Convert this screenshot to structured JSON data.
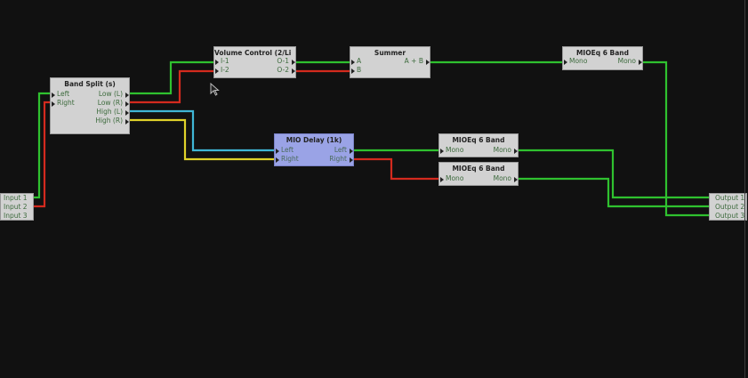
{
  "nodes": {
    "band_split": {
      "title": "Band Split (s)",
      "inputs": [
        "Left",
        "Right"
      ],
      "outputs": [
        "Low (L)",
        "Low (R)",
        "High (L)",
        "High (R)"
      ]
    },
    "volume_control": {
      "title": "Volume Control (2/Li",
      "inputs": [
        "I-1",
        "I-2"
      ],
      "outputs": [
        "O-1",
        "O-2"
      ]
    },
    "summer": {
      "title": "Summer",
      "inputs": [
        "A",
        "B"
      ],
      "outputs": [
        "A + B"
      ]
    },
    "mioeq_top": {
      "title": "MIOEq 6 Band",
      "inputs": [
        "Mono"
      ],
      "outputs": [
        "Mono"
      ]
    },
    "mio_delay": {
      "title": "MIO Delay (1k)",
      "inputs": [
        "Left",
        "Right"
      ],
      "outputs": [
        "Left",
        "Right"
      ]
    },
    "mioeq_mid": {
      "title": "MIOEq 6 Band",
      "inputs": [
        "Mono"
      ],
      "outputs": [
        "Mono"
      ]
    },
    "mioeq_bottom": {
      "title": "MIOEq 6 Band",
      "inputs": [
        "Mono"
      ],
      "outputs": [
        "Mono"
      ]
    }
  },
  "inputs": [
    "Input 1",
    "Input 2",
    "Input 3"
  ],
  "outputs": [
    "Output 1",
    "Output 2",
    "Output 3"
  ],
  "colors": {
    "green": "#2fc12f",
    "red": "#d42a1e",
    "cyan": "#3fb6d6",
    "yellow": "#e0d22a",
    "background": "#111111"
  }
}
